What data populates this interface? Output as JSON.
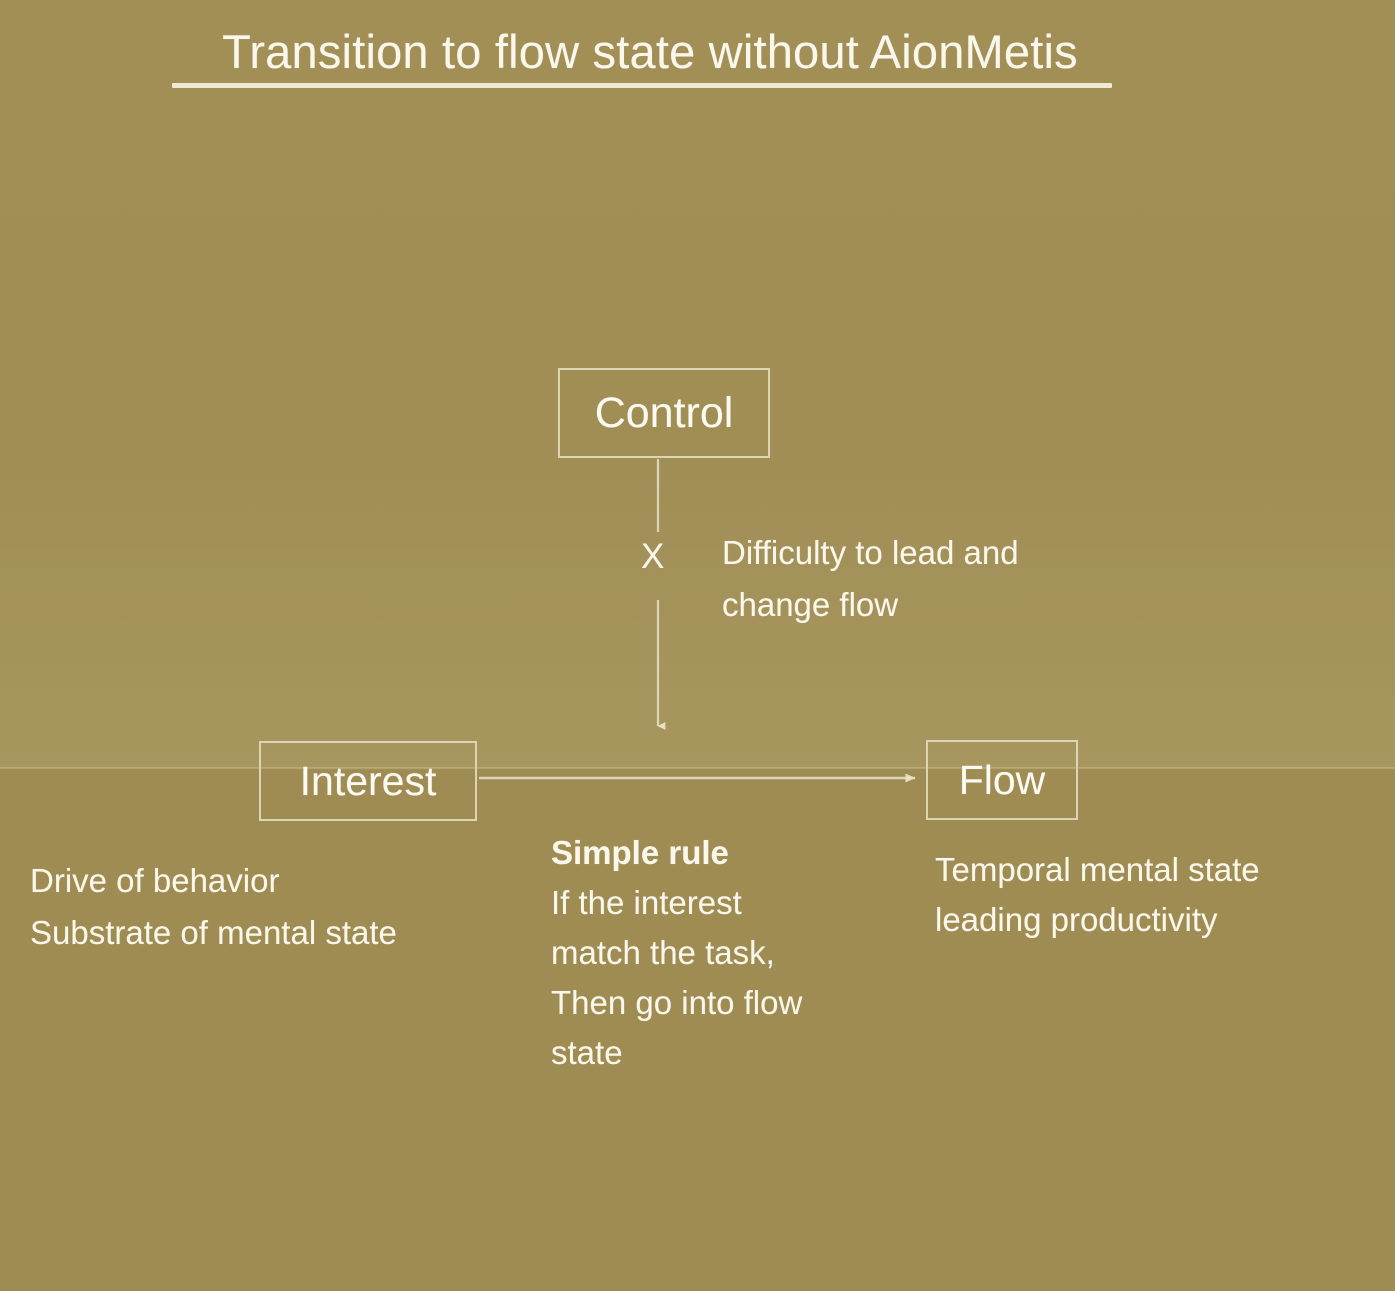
{
  "slide": {
    "title": "Transition to flow state without AionMetis",
    "background_color": "#9f8e55",
    "text_color": "#fdf9ef",
    "stroke_color": "#ddd4b6"
  },
  "nodes": {
    "control": {
      "label": "Control"
    },
    "interest": {
      "label": "Interest"
    },
    "flow": {
      "label": "Flow"
    }
  },
  "connectors": {
    "control_to_flow": {
      "marker": "X",
      "note_line1": "Difficulty to lead and",
      "note_line2": "change flow"
    },
    "interest_to_flow": {
      "rule_heading": "Simple rule",
      "rule_line1": "If the interest",
      "rule_line2": "match the task,",
      "rule_line3": "Then go into flow",
      "rule_line4": "state"
    }
  },
  "annotations": {
    "interest": {
      "line1": "Drive of behavior",
      "line2": "Substrate of mental state"
    },
    "flow": {
      "line1": "Temporal mental state",
      "line2": "leading productivity"
    }
  }
}
